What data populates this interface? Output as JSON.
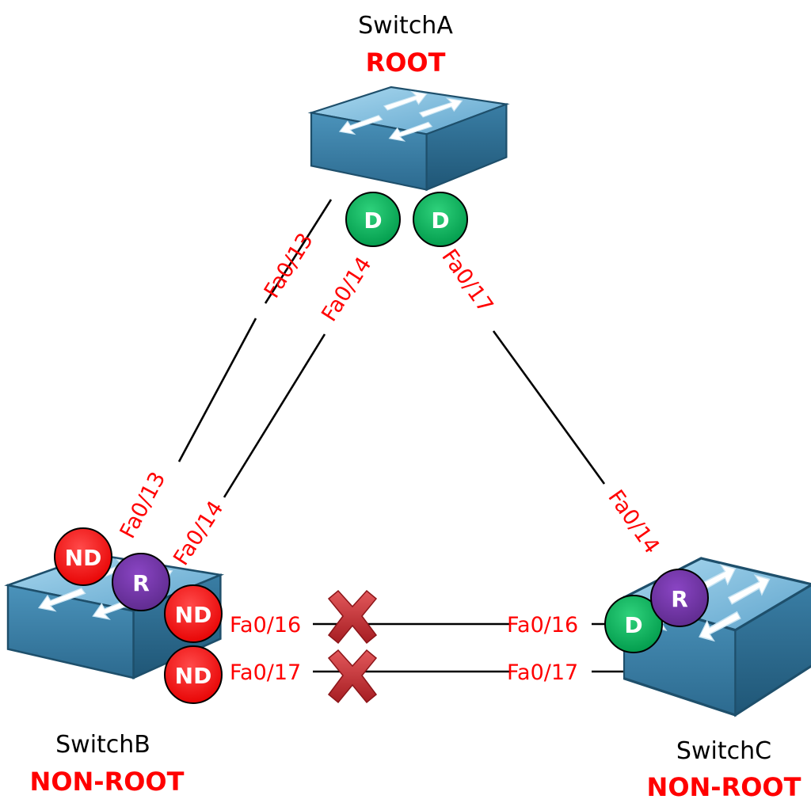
{
  "colors": {
    "designated": "#00a650",
    "non_designated": "#ff0000",
    "root_port": "#7030a0",
    "label_red": "#ff0000",
    "switch_top": "#8cc8e6",
    "switch_side": "#3a7ea5",
    "blocked_x": "#c0292d"
  },
  "switches": {
    "a": {
      "name": "SwitchA",
      "role": "ROOT",
      "icon": "switch-icon"
    },
    "b": {
      "name": "SwitchB",
      "role": "NON-ROOT",
      "icon": "switch-icon"
    },
    "c": {
      "name": "SwitchC",
      "role": "NON-ROOT",
      "icon": "switch-icon"
    }
  },
  "port_states": {
    "a_fa013": "D",
    "a_fa014": "D",
    "b_fa013": "ND",
    "b_fa014": "R",
    "b_fa016": "ND",
    "b_fa017": "ND",
    "c_fa016": "D",
    "c_fa014": "R"
  },
  "links": {
    "ab1": {
      "a_port": "Fa0/13",
      "b_port": "Fa0/13"
    },
    "ab2": {
      "a_port": "Fa0/14",
      "b_port": "Fa0/14"
    },
    "ac": {
      "a_port": "Fa0/17",
      "c_port": "Fa0/14"
    },
    "bc1": {
      "b_port": "Fa0/16",
      "c_port": "Fa0/16",
      "blocked_icon": "blocked-x-icon"
    },
    "bc2": {
      "b_port": "Fa0/17",
      "c_port": "Fa0/17",
      "blocked_icon": "blocked-x-icon"
    }
  }
}
